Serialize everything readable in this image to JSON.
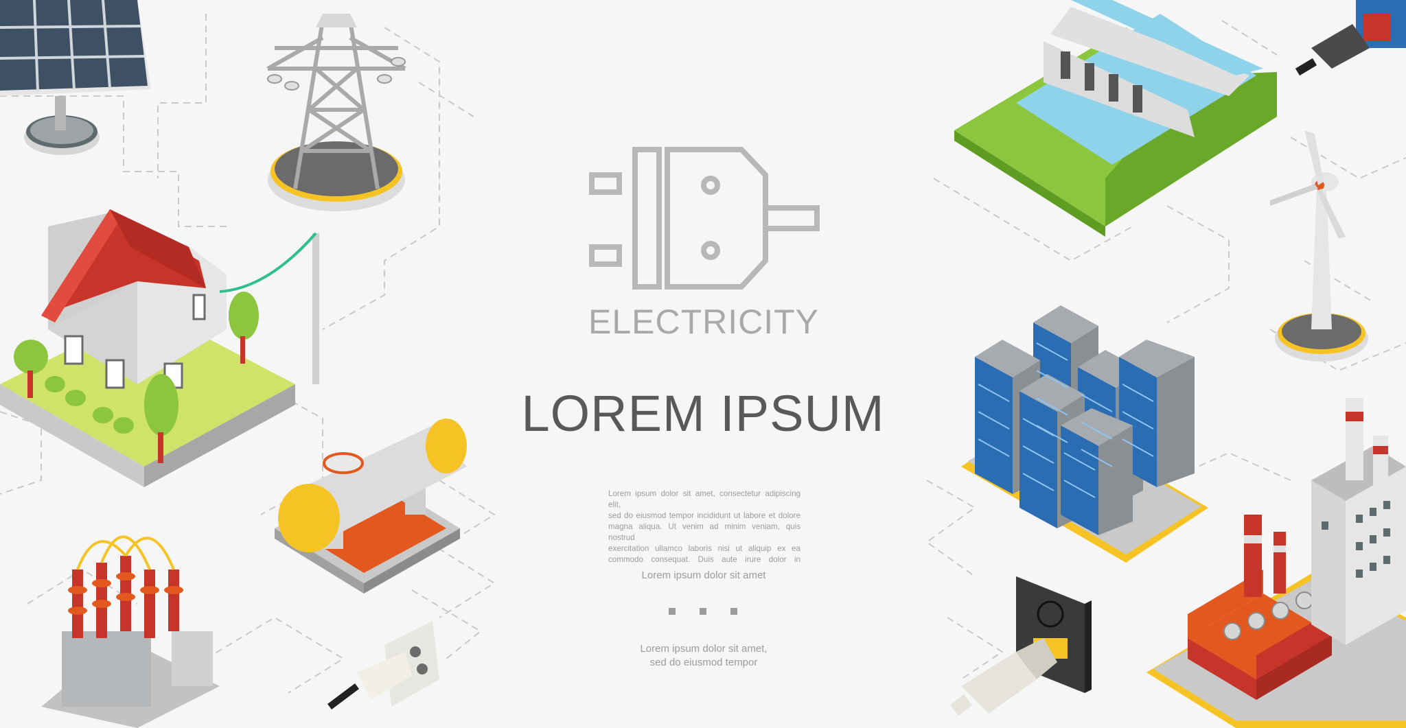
{
  "header": {
    "subtitle": "ELECTRICITY",
    "title": "LOREM IPSUM"
  },
  "body": {
    "paragraph_lines": [
      "Lorem ipsum dolor sit amet, consectetur adipiscing elit,",
      "sed do eiusmod tempor incididunt ut labore et dolore",
      "magna aliqua. Ut venim ad minim veniam, quis nostrud",
      "exercitation ullamco laboris nisi ut aliquip ex ea",
      "commodo consequat. Duis aute irure dolor in"
    ],
    "subline": "Lorem ipsum dolor sit amet",
    "bottom_lines": [
      "Lorem ipsum dolor sit amet,",
      "sed do eiusmod tempor"
    ]
  },
  "colors": {
    "background": "#f6f6f6",
    "roof": "#c7342a",
    "grass": "#cfe26a",
    "tree": "#8cc63f",
    "server": "#2a6db3",
    "water": "#8fd3ea",
    "tank": "#f6c325",
    "factory": "#e2581f"
  },
  "icons": [
    "solar-panel-icon",
    "power-tower-icon",
    "house-icon",
    "gas-tank-icon",
    "transformer-icon",
    "plug-socket-icon",
    "hydro-dam-icon",
    "usb-plug-icon",
    "wind-turbine-icon",
    "server-racks-icon",
    "factory-icon",
    "usb-socket-icon",
    "electric-plug-icon"
  ]
}
